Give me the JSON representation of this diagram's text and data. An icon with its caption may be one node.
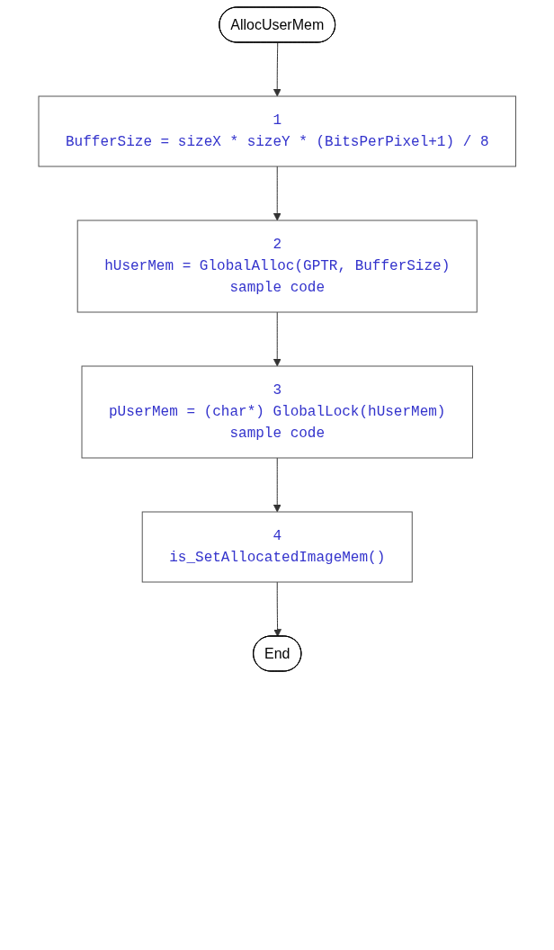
{
  "diagram": {
    "nodes": [
      {
        "text": [
          "AllocUserMem"
        ]
      },
      {
        "text": [
          "1",
          "BufferSize = sizeX * sizeY * (BitsPerPixel+1) / 8"
        ]
      },
      {
        "text": [
          "2",
          "hUserMem = GlobalAlloc(GPTR, BufferSize)",
          "sample code"
        ]
      },
      {
        "text": [
          "3",
          "pUserMem = (char*) GlobalLock(hUserMem)",
          "sample code"
        ]
      },
      {
        "text": [
          "4",
          "is_SetAllocatedImageMem()"
        ]
      },
      {
        "text": [
          "End"
        ]
      }
    ],
    "edges": [
      {
        "from": 0,
        "to": 1,
        "arrow": "to"
      },
      {
        "from": 1,
        "to": 2,
        "arrow": "to"
      },
      {
        "from": 2,
        "to": 3,
        "arrow": "to"
      },
      {
        "from": 3,
        "to": 4,
        "arrow": "to"
      },
      {
        "from": 4,
        "to": 5,
        "arrow": "to"
      }
    ]
  }
}
